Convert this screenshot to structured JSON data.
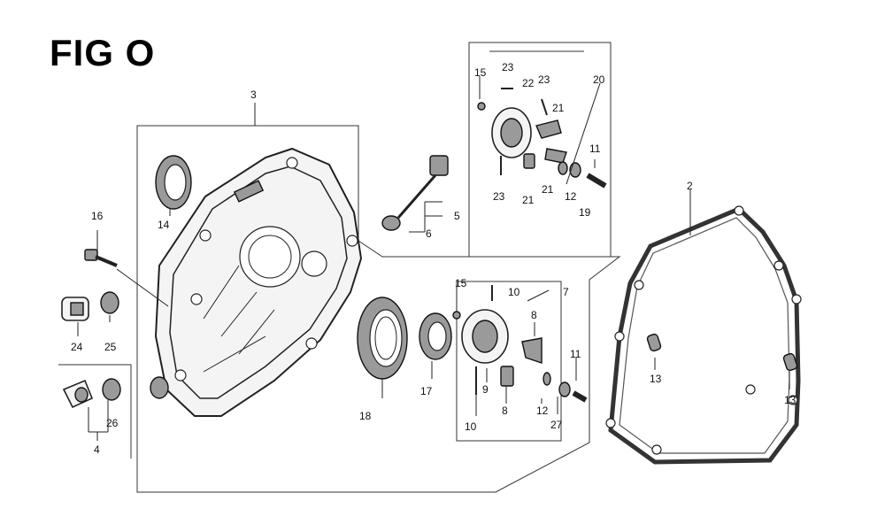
{
  "title": "FIG O",
  "callouts": {
    "c1": "2",
    "c2": "3",
    "c3": "4",
    "c4": "5",
    "c5": "6",
    "c6": "7",
    "c7": "8",
    "c8": "8",
    "c9": "9",
    "c10": "10",
    "c11": "10",
    "c12": "11",
    "c13": "11",
    "c14": "12",
    "c15": "12",
    "c16": "13",
    "c17": "13",
    "c18": "14",
    "c19": "15",
    "c20": "15",
    "c21": "16",
    "c22": "17",
    "c23": "18",
    "c24": "19",
    "c25": "20",
    "c26": "21",
    "c27": "21",
    "c28": "21",
    "c29": "22",
    "c30": "23",
    "c31": "23",
    "c32": "23",
    "c33": "24",
    "c34": "25",
    "c35": "26",
    "c36": "27"
  }
}
